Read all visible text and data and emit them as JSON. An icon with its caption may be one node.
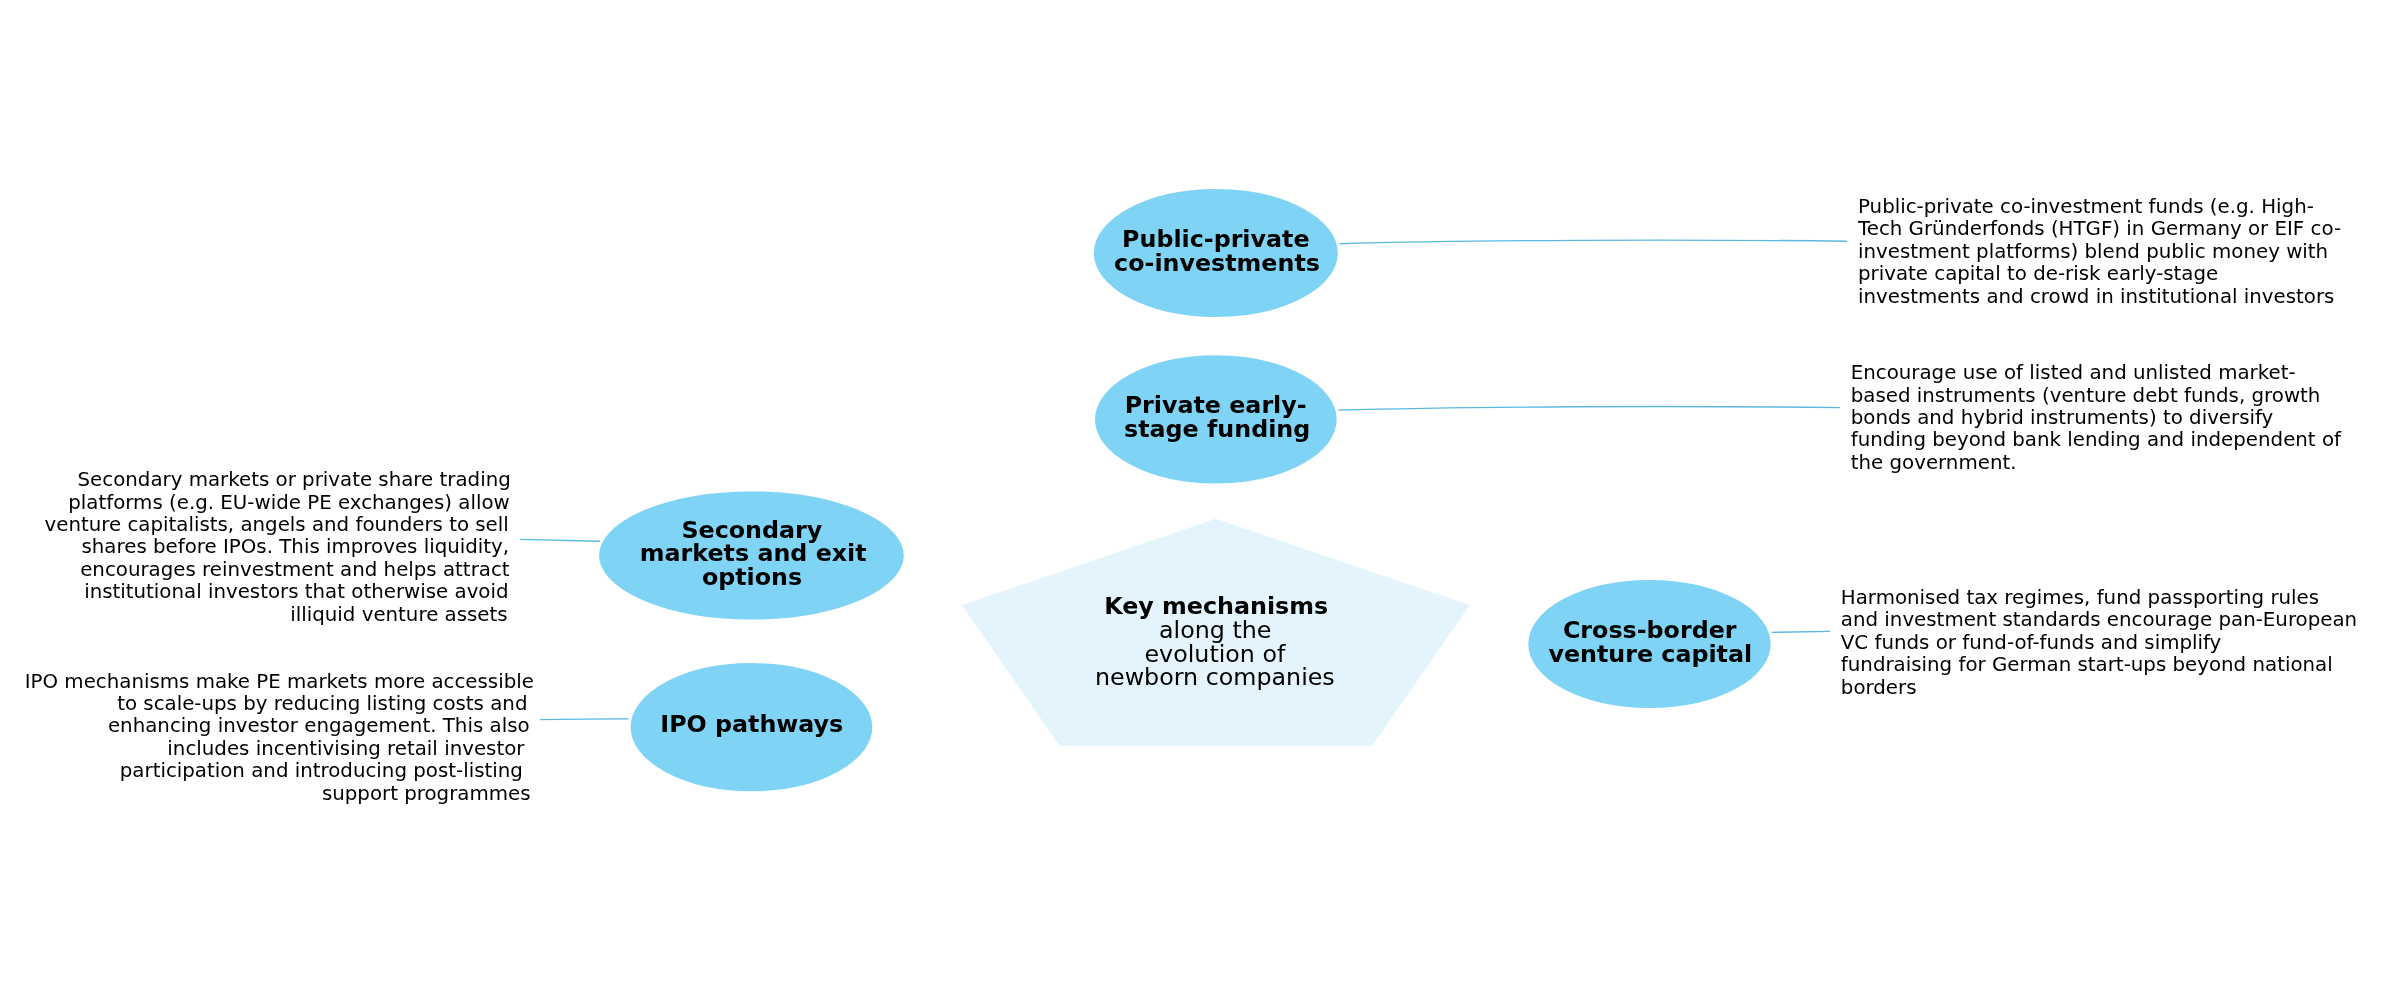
{
  "diagram": {
    "nodes": [
      {
        "text": [
          "Key mechanisms",
          "along the evolution of newborn companies"
        ]
      },
      {
        "text": [
          "Private early-stage funding"
        ]
      },
      {
        "text": [
          "Cross-border venture capital"
        ]
      },
      {
        "text": [
          "Public-private co-investments"
        ]
      },
      {
        "text": [
          "Secondary markets and exit options"
        ]
      },
      {
        "text": [
          "IPO pathways"
        ]
      },
      {
        "text": [
          "IPO mechanisms make PE markets more accessible to scale-ups by reducing listing costs and enhancing investor engagement. This also includes incentivising retail investor participation and introducing post-listing support programmes"
        ]
      },
      {
        "text": [
          "Encourage use of listed and unlisted market-based instruments (venture debt funds, growth bonds and hybrid instruments) to diversify funding beyond bank lending and independent of the government."
        ]
      },
      {
        "text": [
          "Harmonised tax regimes, fund passporting rules and investment standards encourage pan-European VC funds or fund-of-funds and simplify fundraising for German start-ups beyond national borders"
        ]
      },
      {
        "text": [
          "Secondary markets or private share trading platforms (e.g. EU-wide PE exchanges) allow venture capitalists, angels and founders to sell shares before IPOs. This improves liquidity, encourages reinvestment and helps attract institutional investors that otherwise avoid illiquid venture assets"
        ]
      },
      {
        "text": [
          "Public-private co-investment funds (e.g. High-Tech Gründerfonds (HTGF) in Germany or EIF co-investment platforms) blend public money with private capital to de-risk early-stage investments and crowd in institutional investors"
        ]
      }
    ],
    "edges": [
      {
        "from": 6,
        "to": 5,
        "arrow": "none"
      },
      {
        "from": 7,
        "to": 1,
        "arrow": "none"
      },
      {
        "from": 8,
        "to": 2,
        "arrow": "none"
      },
      {
        "from": 9,
        "to": 4,
        "arrow": "none"
      },
      {
        "from": 10,
        "to": 3,
        "arrow": "none"
      }
    ]
  }
}
